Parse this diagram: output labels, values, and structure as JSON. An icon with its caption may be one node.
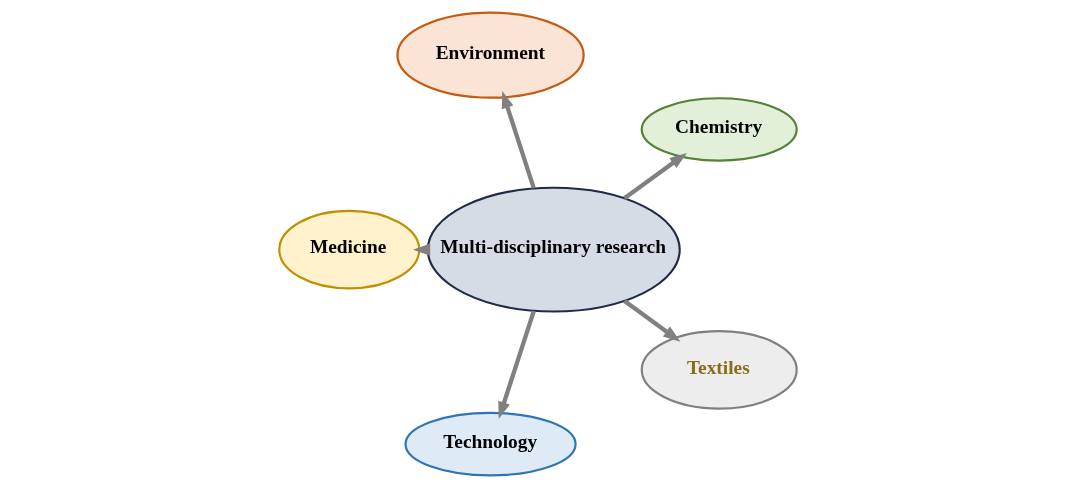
{
  "diagram": {
    "nodes": [
      {
        "text": [
          "Multi-disciplinary research"
        ]
      },
      {
        "text": [
          "Chemistry"
        ]
      },
      {
        "text": [
          "Environment"
        ]
      },
      {
        "text": [
          "Medicine"
        ]
      },
      {
        "text": [
          "Technology"
        ]
      },
      {
        "text": [
          "Textiles"
        ]
      }
    ],
    "edges": [
      {
        "from": 0,
        "to": 1,
        "arrow": "to"
      },
      {
        "from": 0,
        "to": 2,
        "arrow": "to"
      },
      {
        "from": 0,
        "to": 3,
        "arrow": "to"
      },
      {
        "from": 0,
        "to": 4,
        "arrow": "to"
      },
      {
        "from": 0,
        "to": 5,
        "arrow": "to"
      }
    ]
  }
}
